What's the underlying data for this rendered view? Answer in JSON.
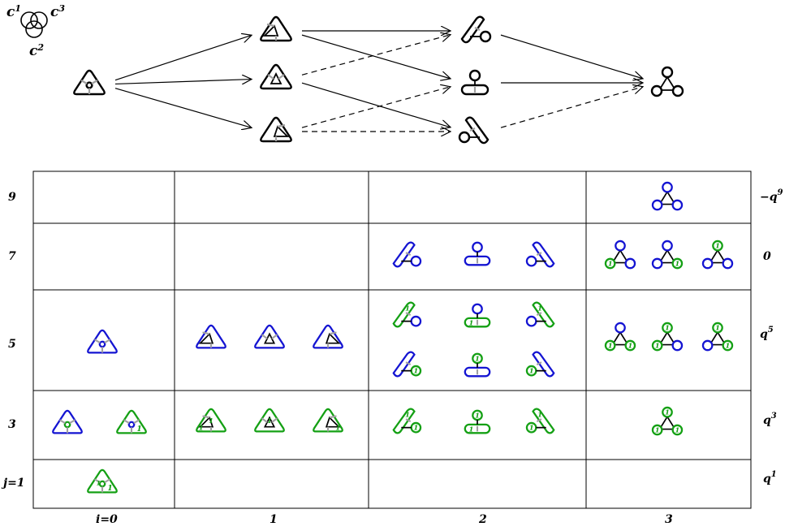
{
  "knot_labels": {
    "c1": "c",
    "c1_sup": "1",
    "c2": "c",
    "c2_sup": "2",
    "c3": "c",
    "c3_sup": "3"
  },
  "grid": {
    "row_labels": [
      "9",
      "7",
      "5",
      "3",
      "j=1"
    ],
    "col_labels": [
      "i=0",
      "1",
      "2",
      "3"
    ],
    "right_labels": [
      "−q",
      "0",
      "q",
      "q",
      "q"
    ],
    "right_sups": [
      "9",
      "",
      "5",
      "3",
      "1"
    ],
    "cell_mark": "1"
  },
  "colors": {
    "v_minus": "#1414d2",
    "v_plus": "#14a014",
    "state": "#000000",
    "resolution": "#a0a0a0",
    "grid_line": "#000000"
  },
  "cube": {
    "vertices": [
      "000",
      "100",
      "010",
      "001",
      "110",
      "101",
      "011",
      "111"
    ],
    "solid_edges": [
      [
        "000",
        "100"
      ],
      [
        "000",
        "010"
      ],
      [
        "000",
        "001"
      ],
      [
        "100",
        "110"
      ],
      [
        "100",
        "101"
      ],
      [
        "010",
        "011"
      ],
      [
        "110",
        "111"
      ],
      [
        "101",
        "111"
      ]
    ],
    "dashed_edges": [
      [
        "010",
        "110"
      ],
      [
        "001",
        "101"
      ],
      [
        "001",
        "011"
      ],
      [
        "011",
        "111"
      ]
    ]
  }
}
